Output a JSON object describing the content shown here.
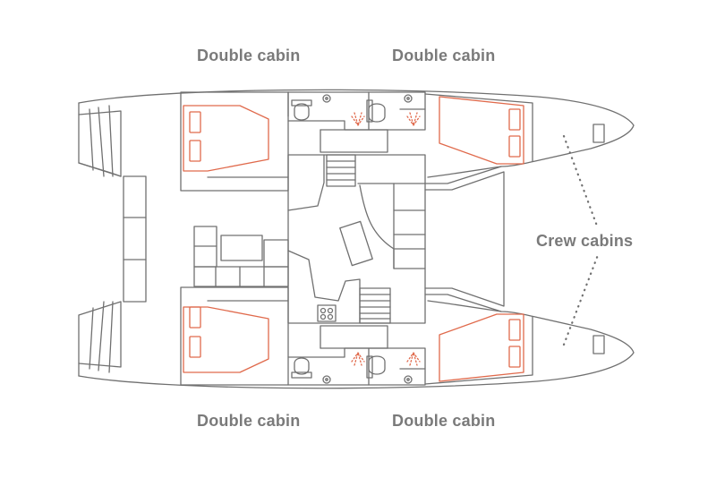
{
  "labels": {
    "top_left": "Double cabin",
    "top_right": "Double cabin",
    "bottom_left": "Double cabin",
    "bottom_right": "Double cabin",
    "crew": "Crew cabins"
  },
  "colors": {
    "line": "#707070",
    "accent": "#e06a4c",
    "label": "#7a7a7a",
    "background": "#ffffff"
  }
}
